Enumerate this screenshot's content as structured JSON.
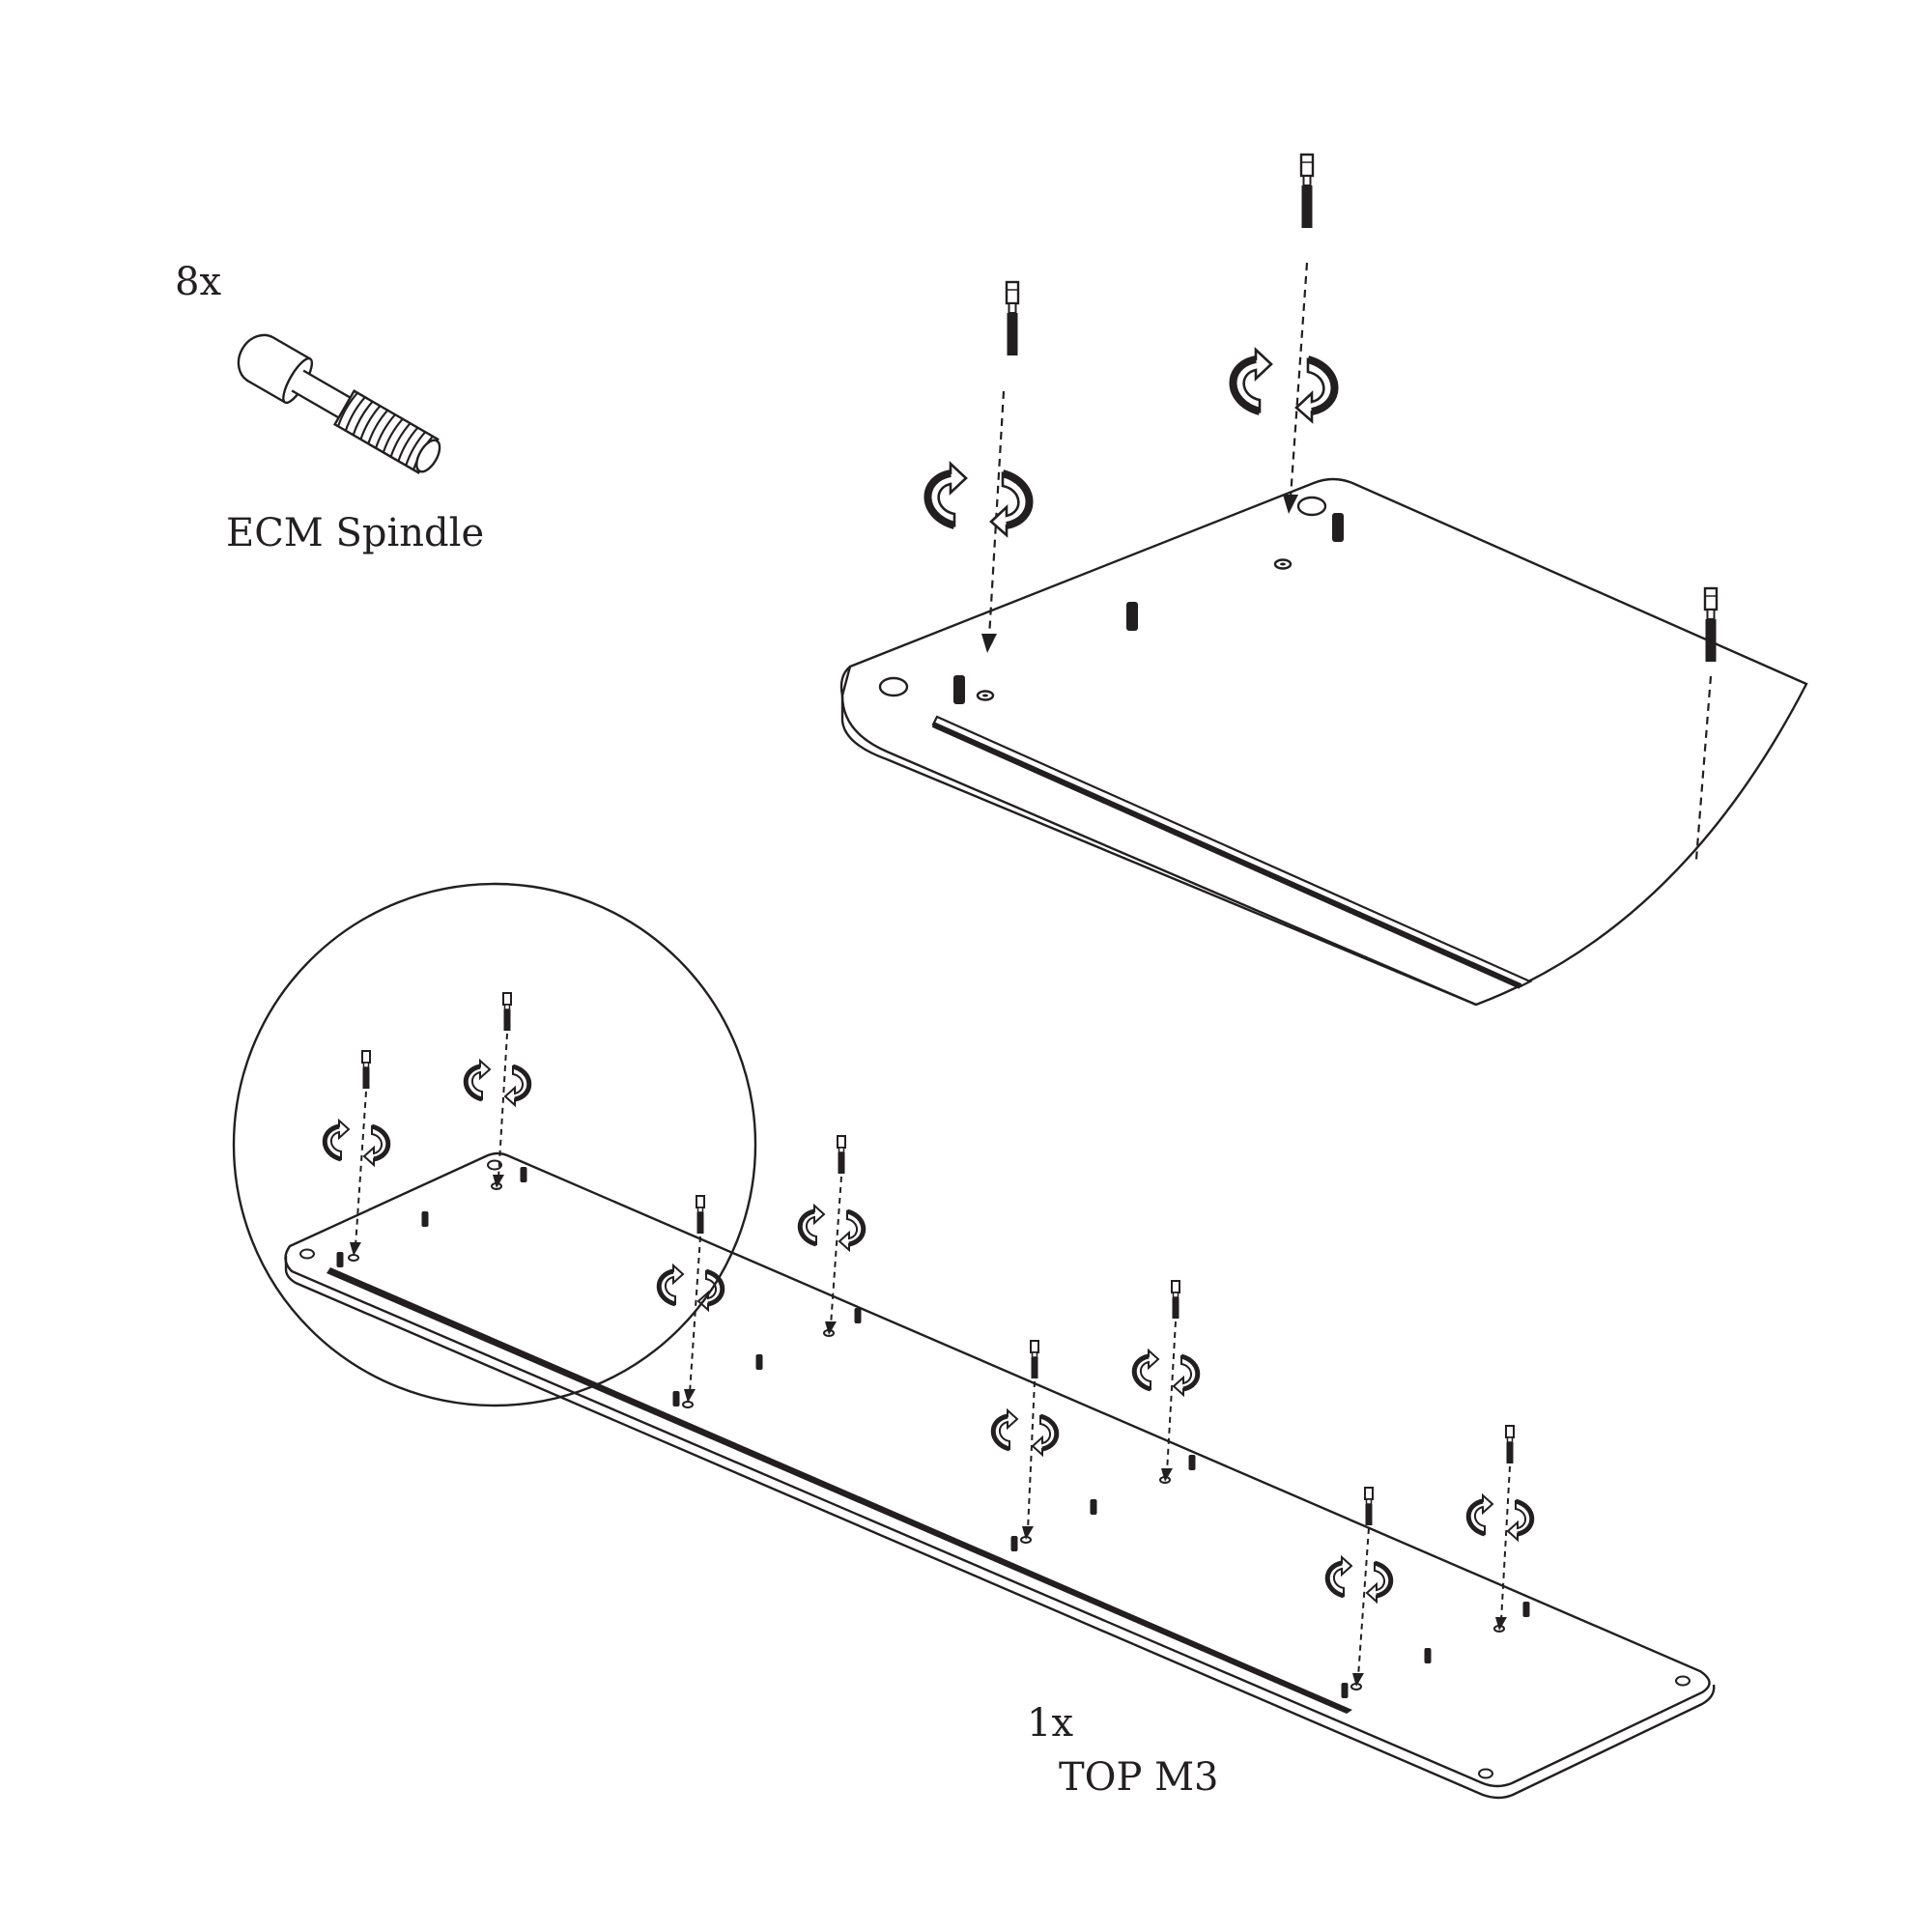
{
  "parts": [
    {
      "quantity": "8x",
      "name": "ECM Spindle"
    },
    {
      "quantity": "1x",
      "name": "TOP M3"
    }
  ],
  "icons": {
    "screw": "screw-icon",
    "rotate": "rotate-clockwise-icon",
    "plate": "top-plate"
  },
  "colors": {
    "ink": "#231f20",
    "background": "#ffffff"
  }
}
